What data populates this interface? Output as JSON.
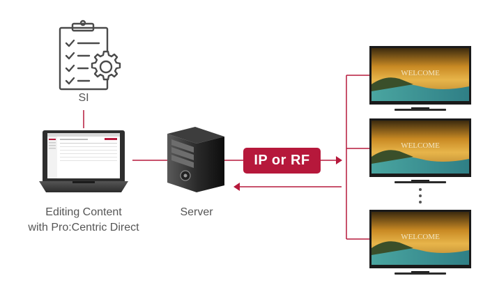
{
  "nodes": {
    "si": {
      "label": "SI",
      "icon": "clipboard-gear-icon"
    },
    "laptop": {
      "label_line1": "Editing Content",
      "label_line2": "with Pro:Centric Direct",
      "icon": "laptop-icon"
    },
    "server": {
      "label": "Server",
      "icon": "server-icon"
    },
    "tvs": {
      "icon": "tv-icon",
      "screen_text": "WELCOME"
    }
  },
  "connection": {
    "label": "IP or RF"
  },
  "colors": {
    "accent": "#b6183b",
    "icon_stroke": "#4a4a4a",
    "text": "#555555"
  }
}
